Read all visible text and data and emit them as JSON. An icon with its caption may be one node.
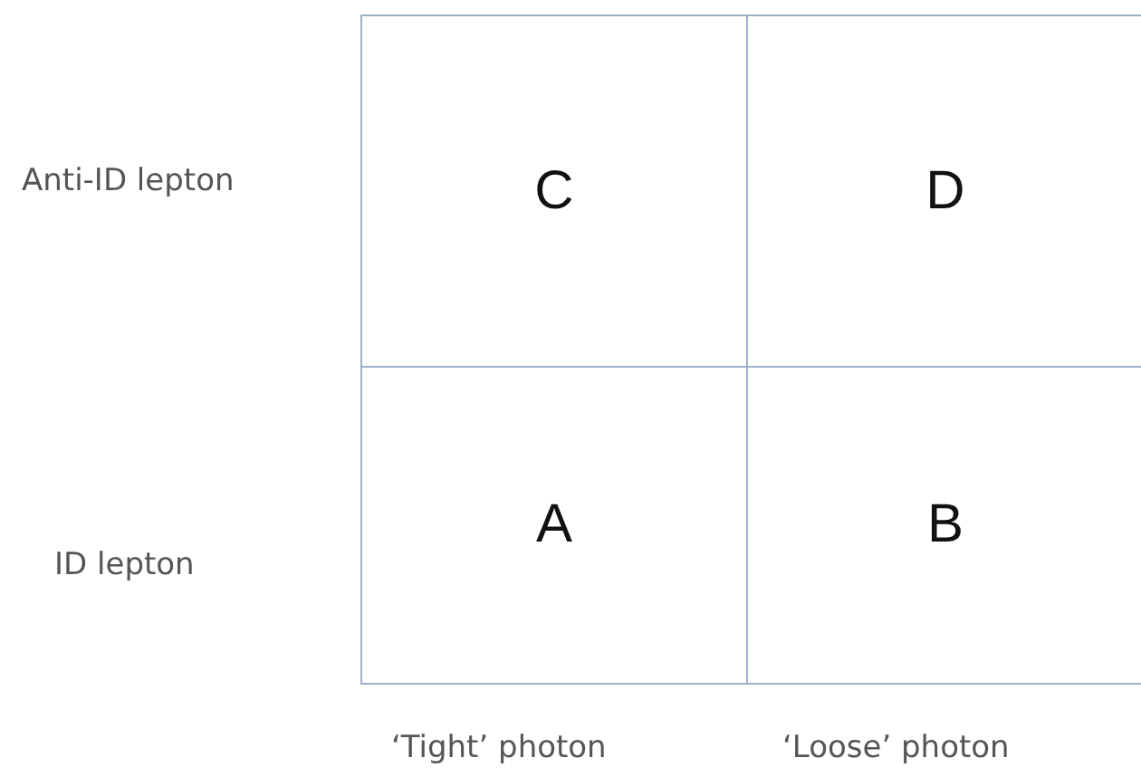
{
  "diagram": {
    "nodes": [
      {
        "text": [
          "C"
        ]
      },
      {
        "text": [
          "D"
        ]
      },
      {
        "text": [
          "A"
        ]
      },
      {
        "text": [
          "B"
        ]
      }
    ],
    "labels": [
      "Anti-ID lepton",
      "ID lepton",
      "‘Tight’ photon",
      "‘Loose’ photon"
    ]
  }
}
